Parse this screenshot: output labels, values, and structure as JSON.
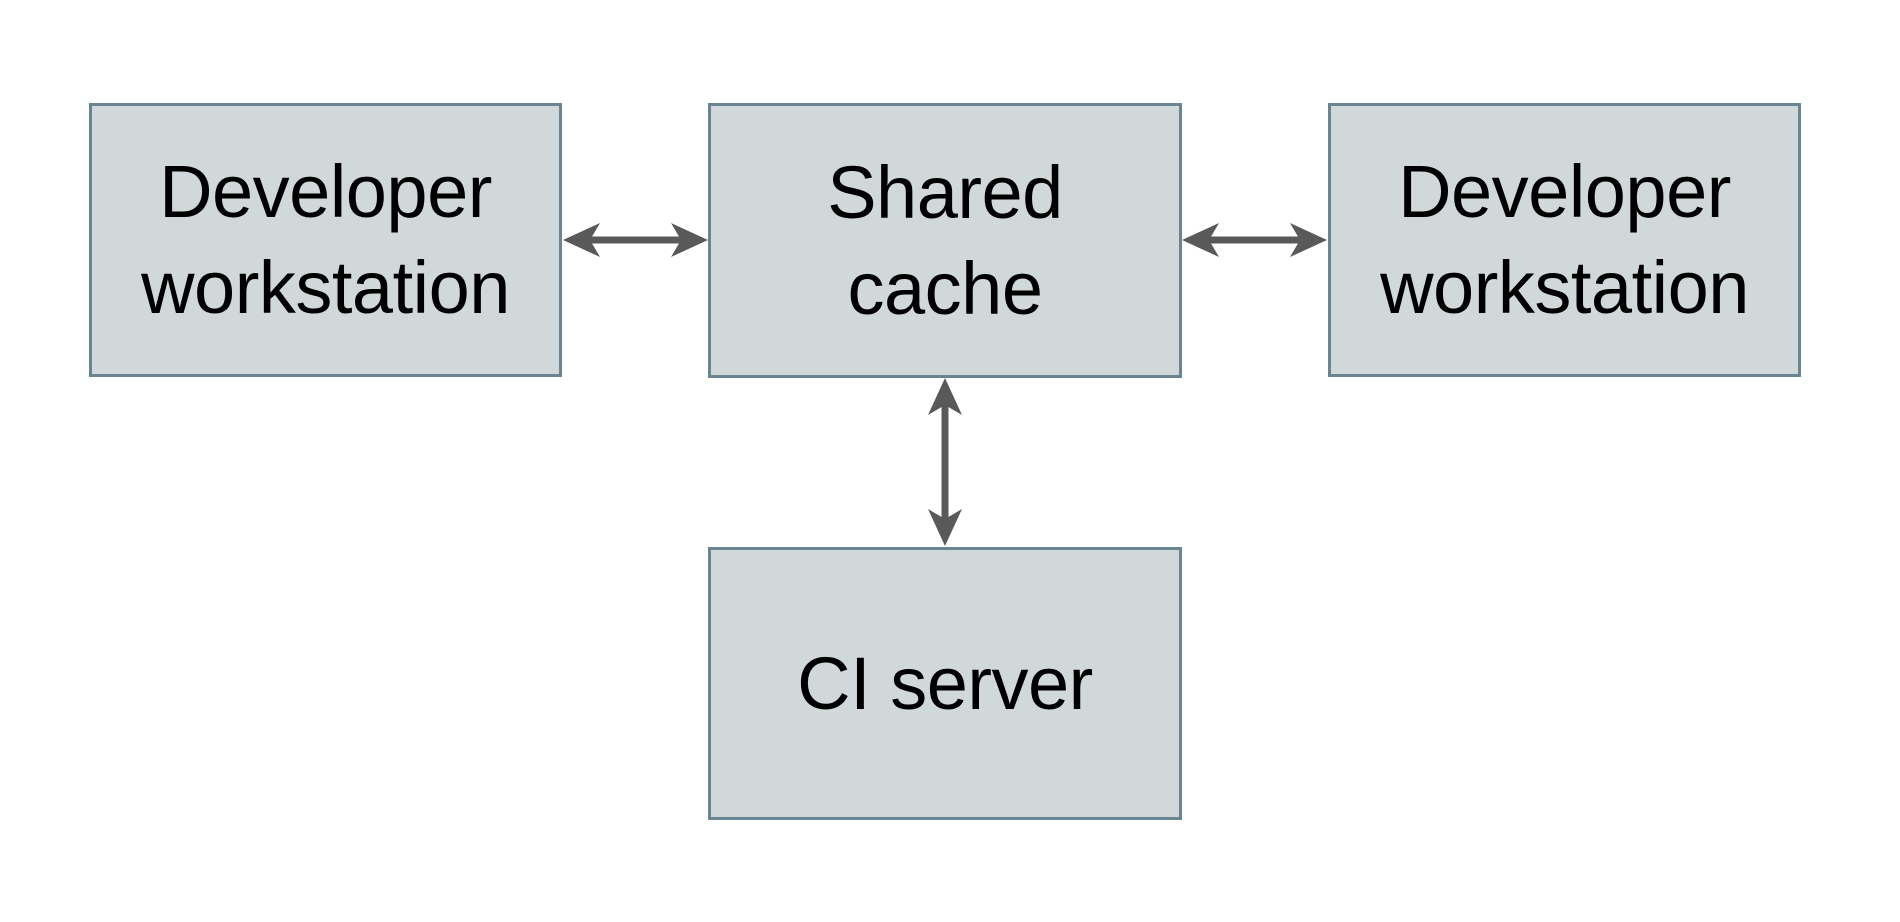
{
  "diagram": {
    "colors": {
      "background": "#ffffff",
      "node_fill": "#d1d8da",
      "node_border": "#698591",
      "arrow": "#595959",
      "text": "#000000"
    },
    "nodes": [
      {
        "id": "developer-workstation-left",
        "lines": [
          "Developer",
          "workstation"
        ]
      },
      {
        "id": "shared-cache",
        "lines": [
          "Shared",
          "cache"
        ]
      },
      {
        "id": "developer-workstation-right",
        "lines": [
          "Developer",
          "workstation"
        ]
      },
      {
        "id": "ci-server",
        "lines": [
          "CI server"
        ]
      }
    ],
    "edges": [
      {
        "from": "developer-workstation-left",
        "to": "shared-cache",
        "direction": "bidirectional",
        "orientation": "horizontal"
      },
      {
        "from": "shared-cache",
        "to": "developer-workstation-right",
        "direction": "bidirectional",
        "orientation": "horizontal"
      },
      {
        "from": "shared-cache",
        "to": "ci-server",
        "direction": "bidirectional",
        "orientation": "vertical"
      }
    ]
  }
}
